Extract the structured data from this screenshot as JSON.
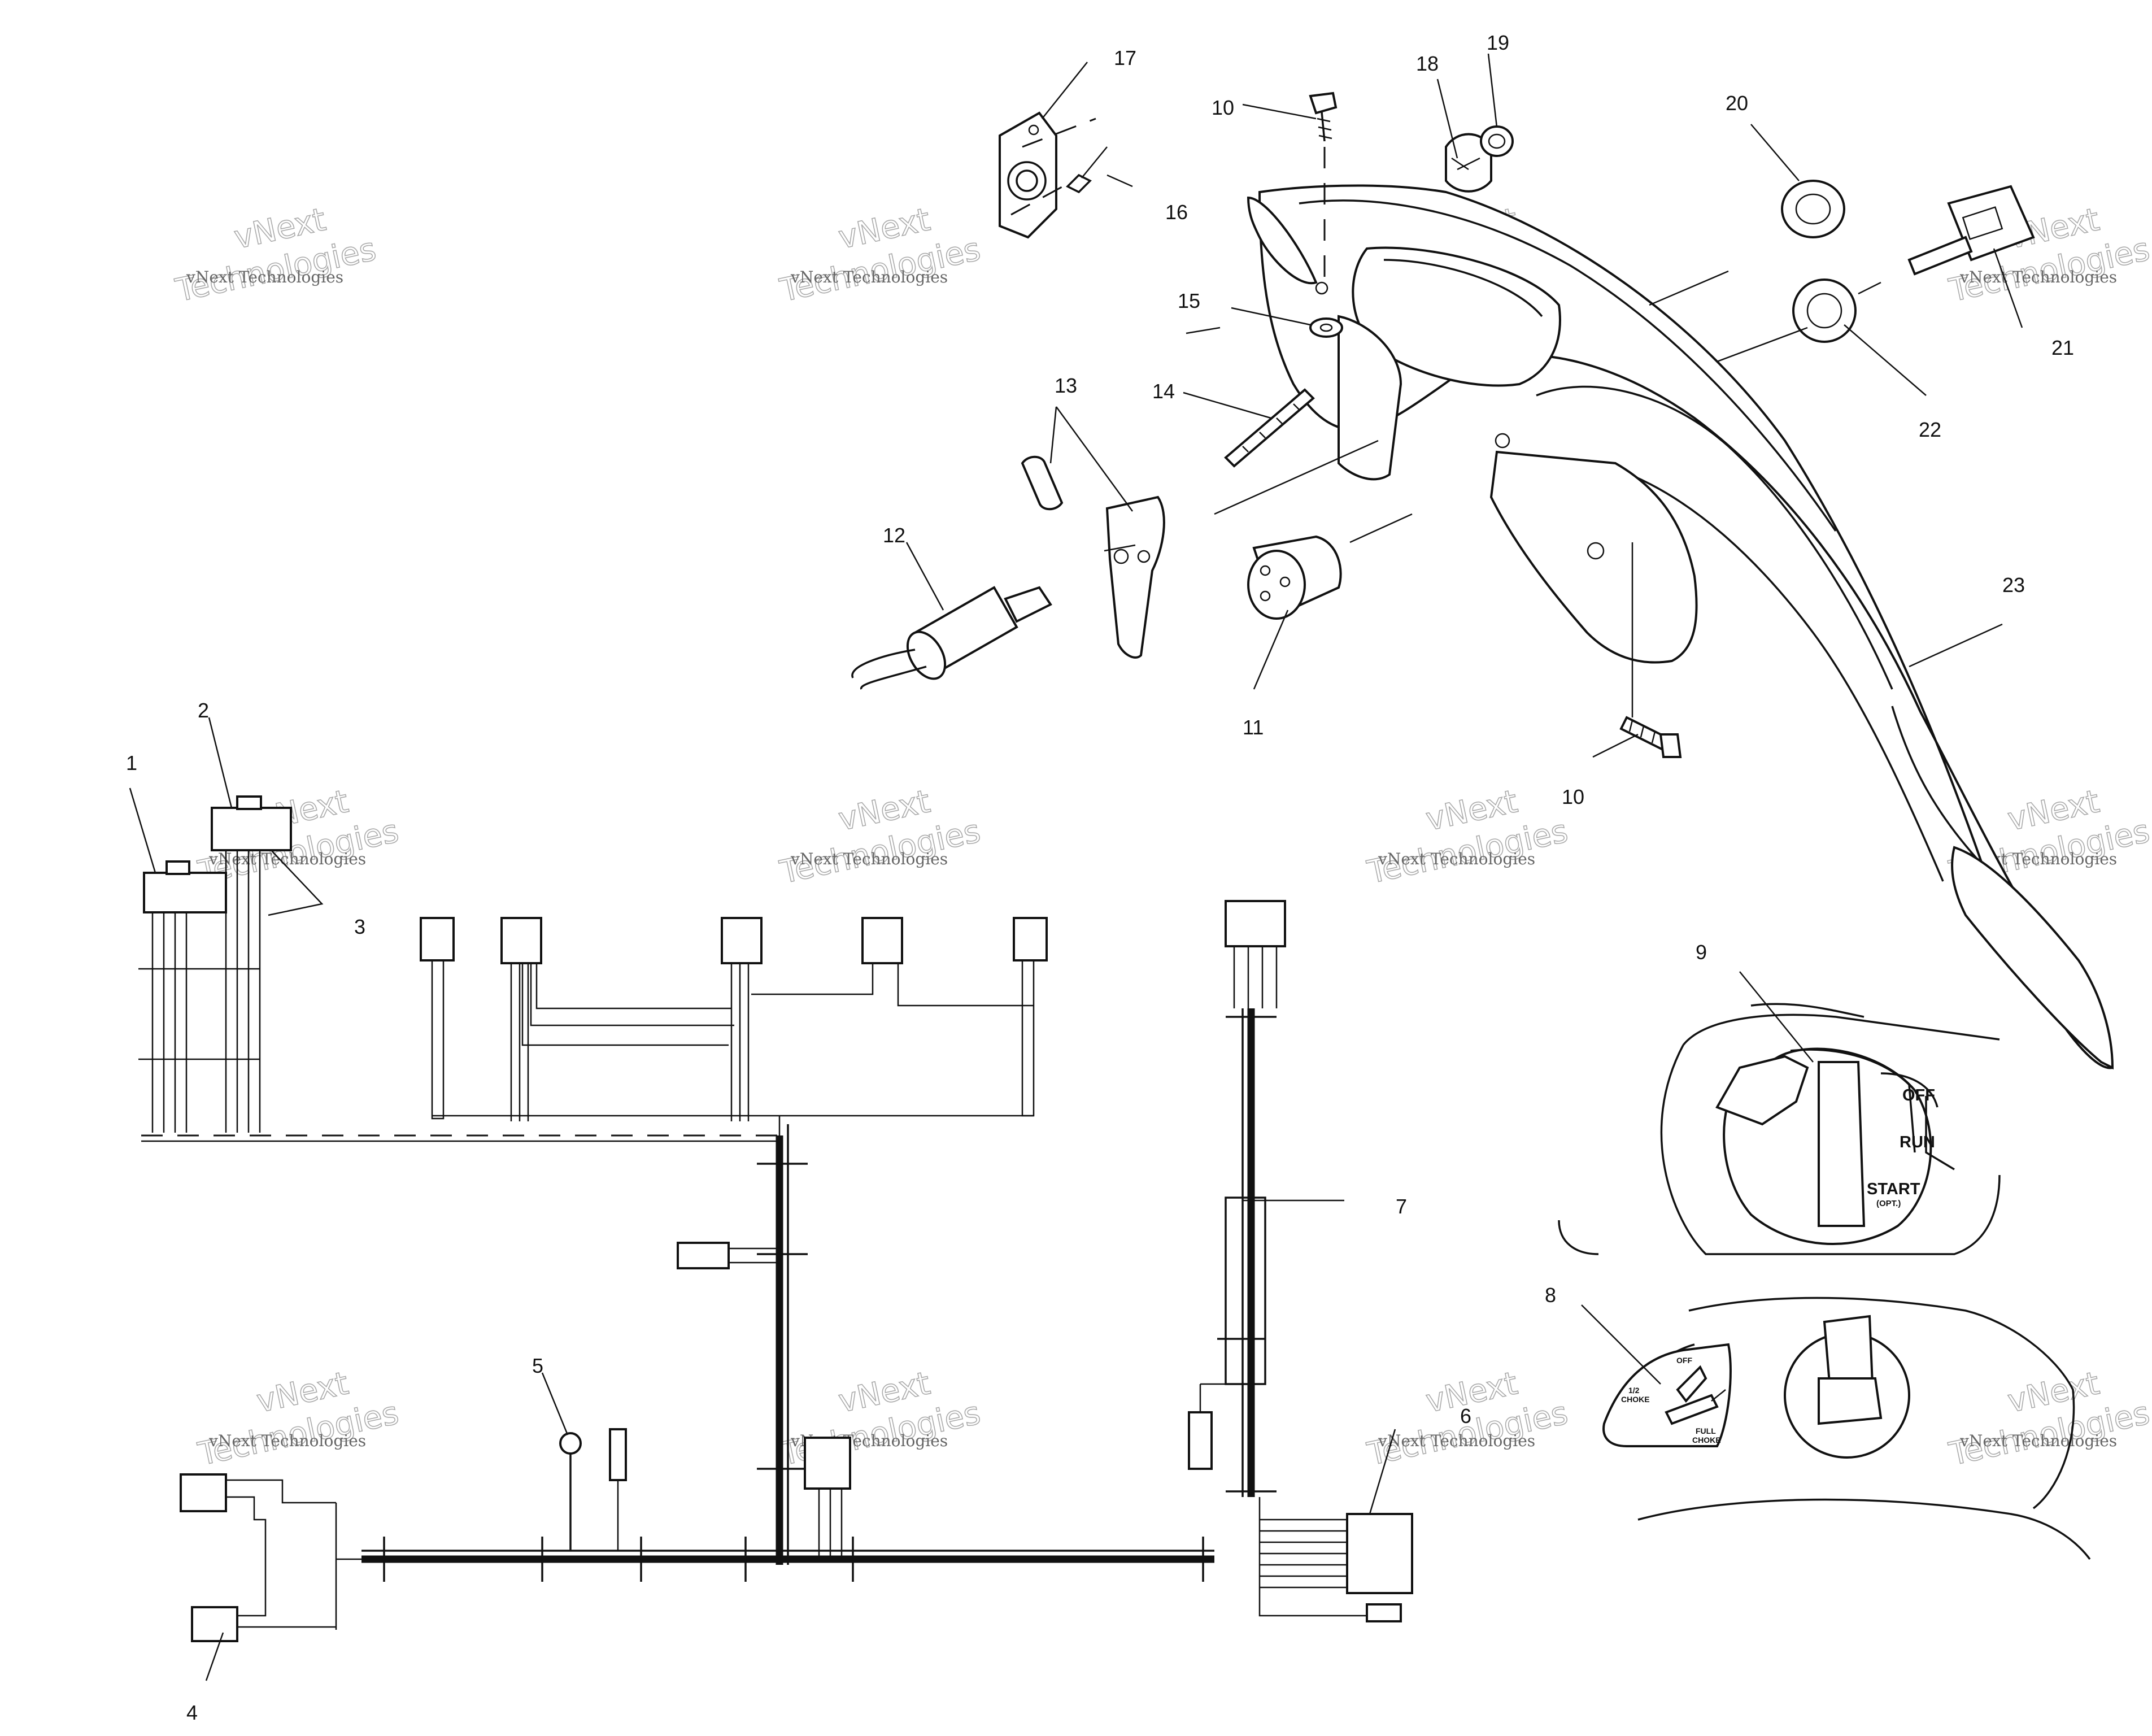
{
  "callouts": [
    {
      "id": "c1",
      "text": "1"
    },
    {
      "id": "c2",
      "text": "2"
    },
    {
      "id": "c3",
      "text": "3"
    },
    {
      "id": "c4",
      "text": "4"
    },
    {
      "id": "c5",
      "text": "5"
    },
    {
      "id": "c6",
      "text": "6"
    },
    {
      "id": "c7",
      "text": "7"
    },
    {
      "id": "c8",
      "text": "8"
    },
    {
      "id": "c9",
      "text": "9"
    },
    {
      "id": "c10a",
      "text": "10"
    },
    {
      "id": "c10b",
      "text": "10"
    },
    {
      "id": "c11",
      "text": "11"
    },
    {
      "id": "c12",
      "text": "12"
    },
    {
      "id": "c13",
      "text": "13"
    },
    {
      "id": "c14",
      "text": "14"
    },
    {
      "id": "c15",
      "text": "15"
    },
    {
      "id": "c16",
      "text": "16"
    },
    {
      "id": "c17",
      "text": "17"
    },
    {
      "id": "c18",
      "text": "18"
    },
    {
      "id": "c19",
      "text": "19"
    },
    {
      "id": "c20",
      "text": "20"
    },
    {
      "id": "c21",
      "text": "21"
    },
    {
      "id": "c22",
      "text": "22"
    },
    {
      "id": "c23",
      "text": "23"
    }
  ],
  "ignition_panel": {
    "off": "OFF",
    "run": "RUN",
    "start": "START",
    "start_note": "(OPT.)"
  },
  "choke_panel": {
    "off": "OFF",
    "half_choke_top": "1/2",
    "half_choke_bottom": "CHOKE",
    "full_choke_top": "FULL",
    "full_choke_bottom": "CHOKE"
  },
  "watermark": {
    "line1": "vNext Technologies",
    "line2": "vNext",
    "line3": "Technologies"
  }
}
